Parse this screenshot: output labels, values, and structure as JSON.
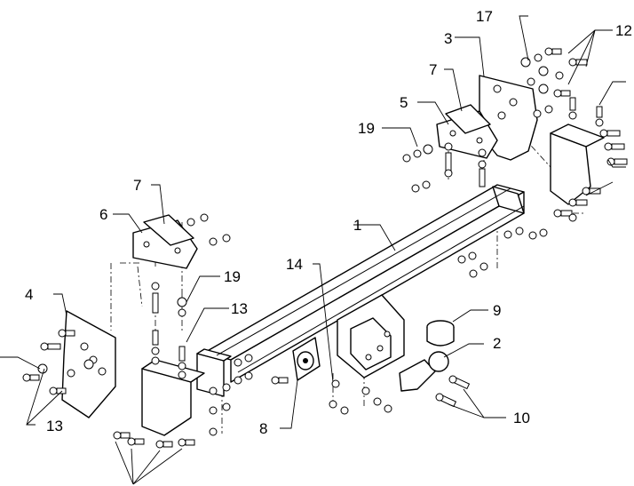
{
  "diagram": {
    "callouts": [
      {
        "id": "c1",
        "text": "1"
      },
      {
        "id": "c2",
        "text": "2"
      },
      {
        "id": "c3",
        "text": "3"
      },
      {
        "id": "c4",
        "text": "4"
      },
      {
        "id": "c5",
        "text": "5"
      },
      {
        "id": "c6",
        "text": "6"
      },
      {
        "id": "c7a",
        "text": "7"
      },
      {
        "id": "c7b",
        "text": "7"
      },
      {
        "id": "c8",
        "text": "8"
      },
      {
        "id": "c9",
        "text": "9"
      },
      {
        "id": "c10",
        "text": "10"
      },
      {
        "id": "c12",
        "text": "12"
      },
      {
        "id": "c13a",
        "text": "13"
      },
      {
        "id": "c13b",
        "text": "13"
      },
      {
        "id": "c14",
        "text": "14"
      },
      {
        "id": "c17",
        "text": "17"
      },
      {
        "id": "c19a",
        "text": "19"
      },
      {
        "id": "c19b",
        "text": "19"
      }
    ]
  }
}
